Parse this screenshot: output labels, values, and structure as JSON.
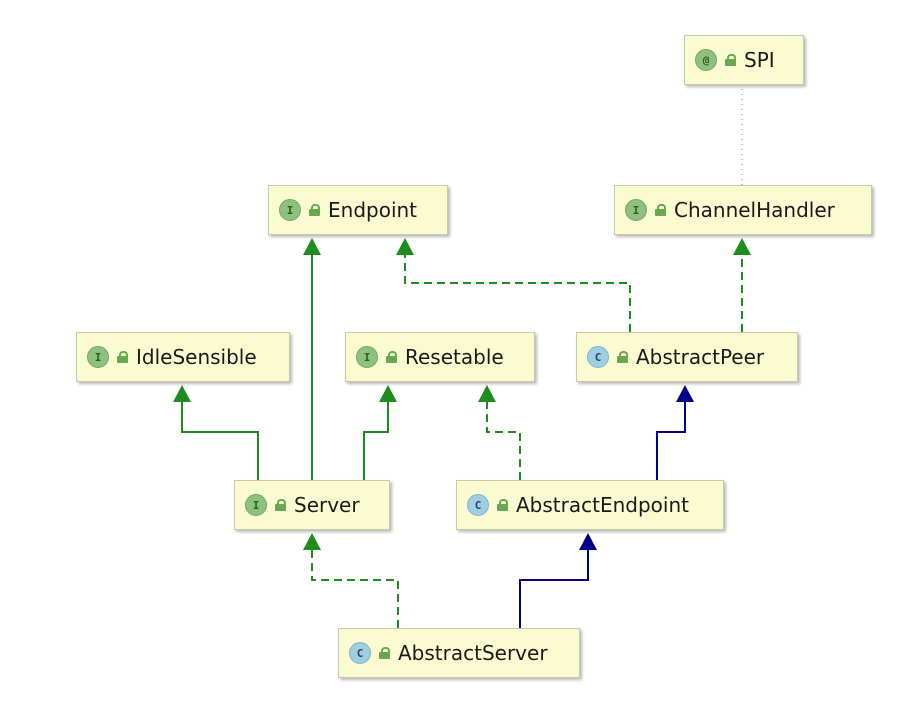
{
  "colors": {
    "node_fill": "#fbfbd2",
    "node_border": "#c9c9a6",
    "implements_edge": "#1e8c1e",
    "extends_edge": "#00008b",
    "dotted_edge": "#c8c8a0"
  },
  "nodes": [
    {
      "id": "spi",
      "kind": "@",
      "label": "SPI"
    },
    {
      "id": "endpoint",
      "kind": "I",
      "label": "Endpoint"
    },
    {
      "id": "channelhandler",
      "kind": "I",
      "label": "ChannelHandler"
    },
    {
      "id": "idlesensible",
      "kind": "I",
      "label": "IdleSensible"
    },
    {
      "id": "resetable",
      "kind": "I",
      "label": "Resetable"
    },
    {
      "id": "abstractpeer",
      "kind": "C",
      "label": "AbstractPeer"
    },
    {
      "id": "server",
      "kind": "I",
      "label": "Server"
    },
    {
      "id": "abstractendpoint",
      "kind": "C",
      "label": "AbstractEndpoint"
    },
    {
      "id": "abstractserver",
      "kind": "C",
      "label": "AbstractServer"
    }
  ],
  "edges": [
    {
      "from": "channelhandler",
      "to": "spi",
      "style": "dotted"
    },
    {
      "from": "server",
      "to": "endpoint",
      "style": "solid-green"
    },
    {
      "from": "abstractpeer",
      "to": "endpoint",
      "style": "dashed-green"
    },
    {
      "from": "abstractpeer",
      "to": "channelhandler",
      "style": "dashed-green"
    },
    {
      "from": "server",
      "to": "idlesensible",
      "style": "solid-green"
    },
    {
      "from": "server",
      "to": "resetable",
      "style": "solid-green"
    },
    {
      "from": "abstractendpoint",
      "to": "resetable",
      "style": "dashed-green"
    },
    {
      "from": "abstractendpoint",
      "to": "abstractpeer",
      "style": "solid-blue"
    },
    {
      "from": "abstractserver",
      "to": "server",
      "style": "dashed-green"
    },
    {
      "from": "abstractserver",
      "to": "abstractendpoint",
      "style": "solid-blue"
    }
  ]
}
